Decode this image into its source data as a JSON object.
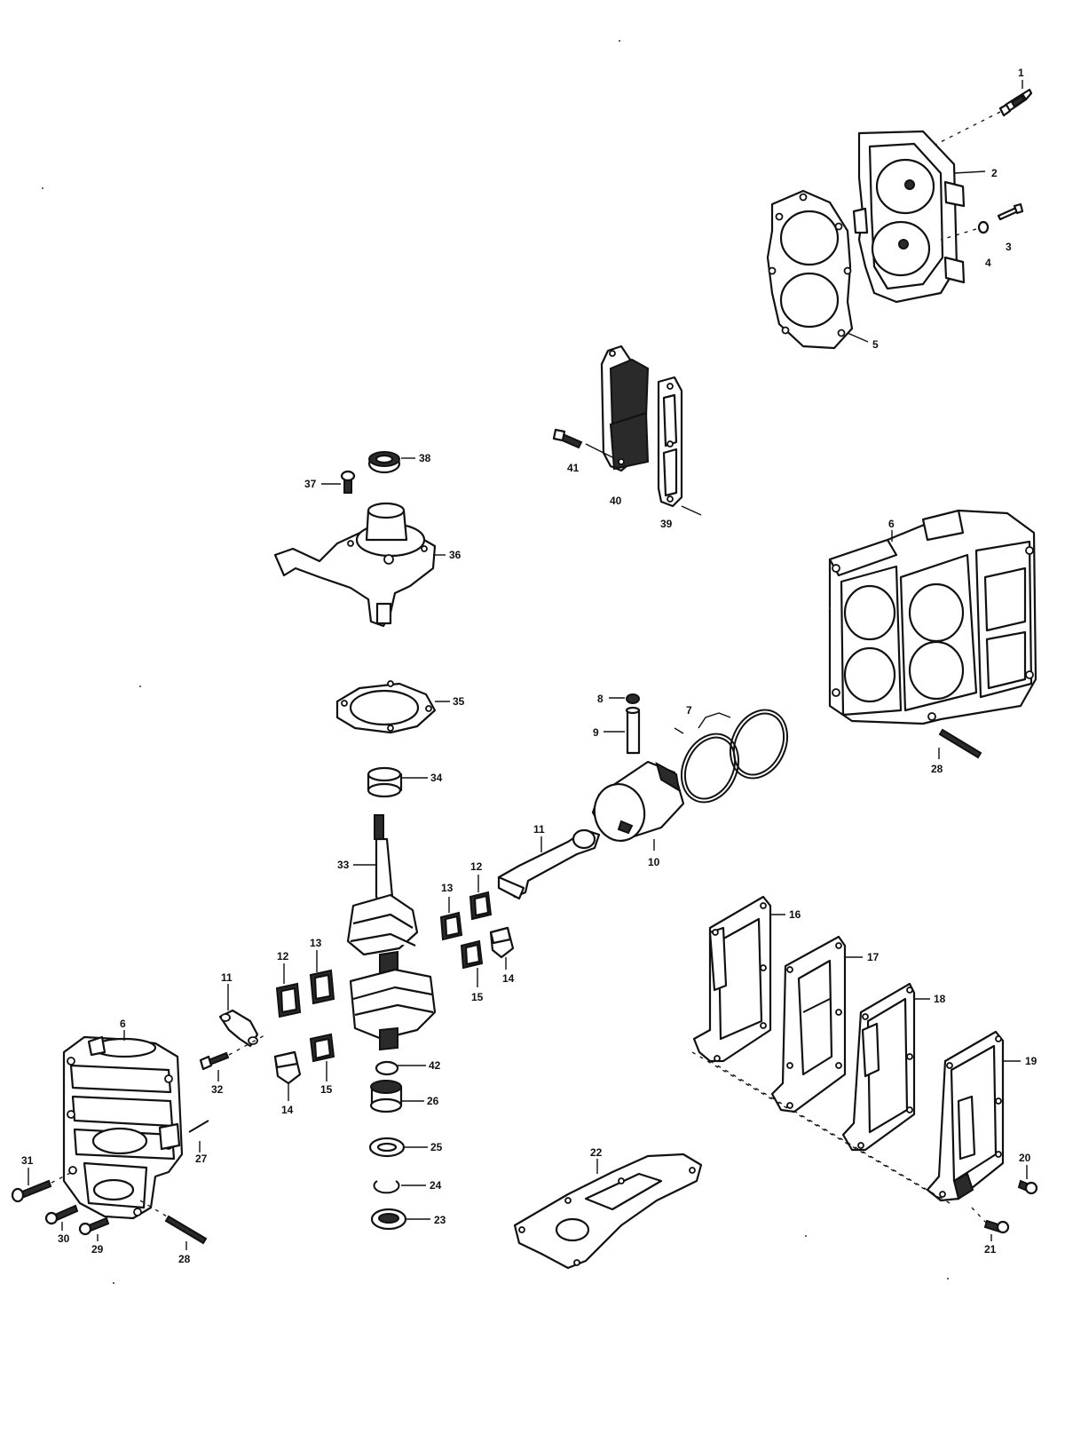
{
  "callouts": [
    {
      "id": "c1",
      "text": "1"
    },
    {
      "id": "c2",
      "text": "2"
    },
    {
      "id": "c3",
      "text": "3"
    },
    {
      "id": "c4",
      "text": "4"
    },
    {
      "id": "c5",
      "text": "5"
    },
    {
      "id": "c6a",
      "text": "6"
    },
    {
      "id": "c6b",
      "text": "6"
    },
    {
      "id": "c7",
      "text": "7"
    },
    {
      "id": "c8",
      "text": "8"
    },
    {
      "id": "c9",
      "text": "9"
    },
    {
      "id": "c10",
      "text": "10"
    },
    {
      "id": "c11a",
      "text": "11"
    },
    {
      "id": "c11b",
      "text": "11"
    },
    {
      "id": "c12a",
      "text": "12"
    },
    {
      "id": "c12b",
      "text": "12"
    },
    {
      "id": "c13a",
      "text": "13"
    },
    {
      "id": "c13b",
      "text": "13"
    },
    {
      "id": "c14a",
      "text": "14"
    },
    {
      "id": "c14b",
      "text": "14"
    },
    {
      "id": "c15a",
      "text": "15"
    },
    {
      "id": "c15b",
      "text": "15"
    },
    {
      "id": "c16",
      "text": "16"
    },
    {
      "id": "c17",
      "text": "17"
    },
    {
      "id": "c18",
      "text": "18"
    },
    {
      "id": "c19",
      "text": "19"
    },
    {
      "id": "c20",
      "text": "20"
    },
    {
      "id": "c21",
      "text": "21"
    },
    {
      "id": "c22",
      "text": "22"
    },
    {
      "id": "c23",
      "text": "23"
    },
    {
      "id": "c24",
      "text": "24"
    },
    {
      "id": "c25",
      "text": "25"
    },
    {
      "id": "c26",
      "text": "26"
    },
    {
      "id": "c27",
      "text": "27"
    },
    {
      "id": "c28a",
      "text": "28"
    },
    {
      "id": "c28b",
      "text": "28"
    },
    {
      "id": "c29",
      "text": "29"
    },
    {
      "id": "c30",
      "text": "30"
    },
    {
      "id": "c31",
      "text": "31"
    },
    {
      "id": "c32",
      "text": "32"
    },
    {
      "id": "c33",
      "text": "33"
    },
    {
      "id": "c34",
      "text": "34"
    },
    {
      "id": "c35",
      "text": "35"
    },
    {
      "id": "c36",
      "text": "36"
    },
    {
      "id": "c37",
      "text": "37"
    },
    {
      "id": "c38",
      "text": "38"
    },
    {
      "id": "c39",
      "text": "39"
    },
    {
      "id": "c40",
      "text": "40"
    },
    {
      "id": "c41",
      "text": "41"
    },
    {
      "id": "c42",
      "text": "42"
    }
  ]
}
